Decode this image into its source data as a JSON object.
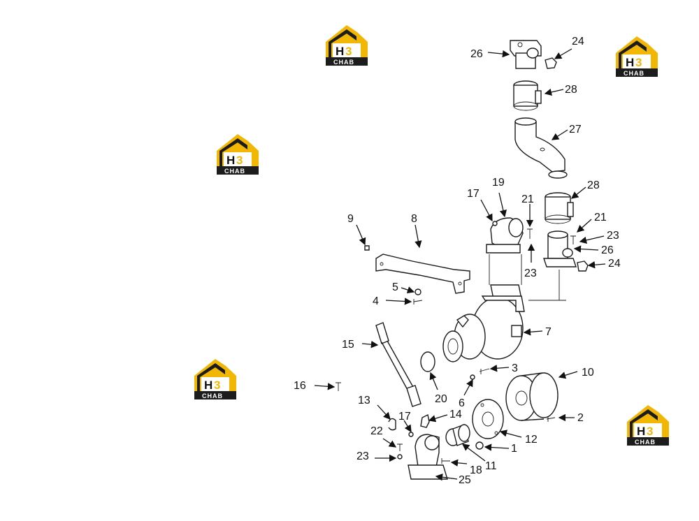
{
  "logos": [
    {
      "h": "H",
      "three": "3",
      "sub": "CHAB"
    },
    {
      "h": "H",
      "three": "3",
      "sub": "CHAB"
    },
    {
      "h": "H",
      "three": "3",
      "sub": "CHAB"
    },
    {
      "h": "H",
      "three": "3",
      "sub": "CHAB"
    },
    {
      "h": "H",
      "three": "3",
      "sub": "CHAB"
    }
  ],
  "colors": {
    "logo_accent": "#f2b705",
    "logo_dark": "#1c1c1c",
    "line": "#1a1a1a"
  },
  "callouts": {
    "c1": "1",
    "c2": "2",
    "c3": "3",
    "c4": "4",
    "c5": "5",
    "c6": "6",
    "c7": "7",
    "c8": "8",
    "c9": "9",
    "c10": "10",
    "c11": "11",
    "c12": "12",
    "c13": "13",
    "c14": "14",
    "c15": "15",
    "c16": "16",
    "c17a": "17",
    "c17b": "17",
    "c18": "18",
    "c19": "19",
    "c20": "20",
    "c21a": "21",
    "c21b": "21",
    "c22": "22",
    "c23a": "23",
    "c23b": "23",
    "c23c": "23",
    "c24a": "24",
    "c24b": "24",
    "c25": "25",
    "c26a": "26",
    "c26b": "26",
    "c27": "27",
    "c28a": "28",
    "c28b": "28"
  }
}
